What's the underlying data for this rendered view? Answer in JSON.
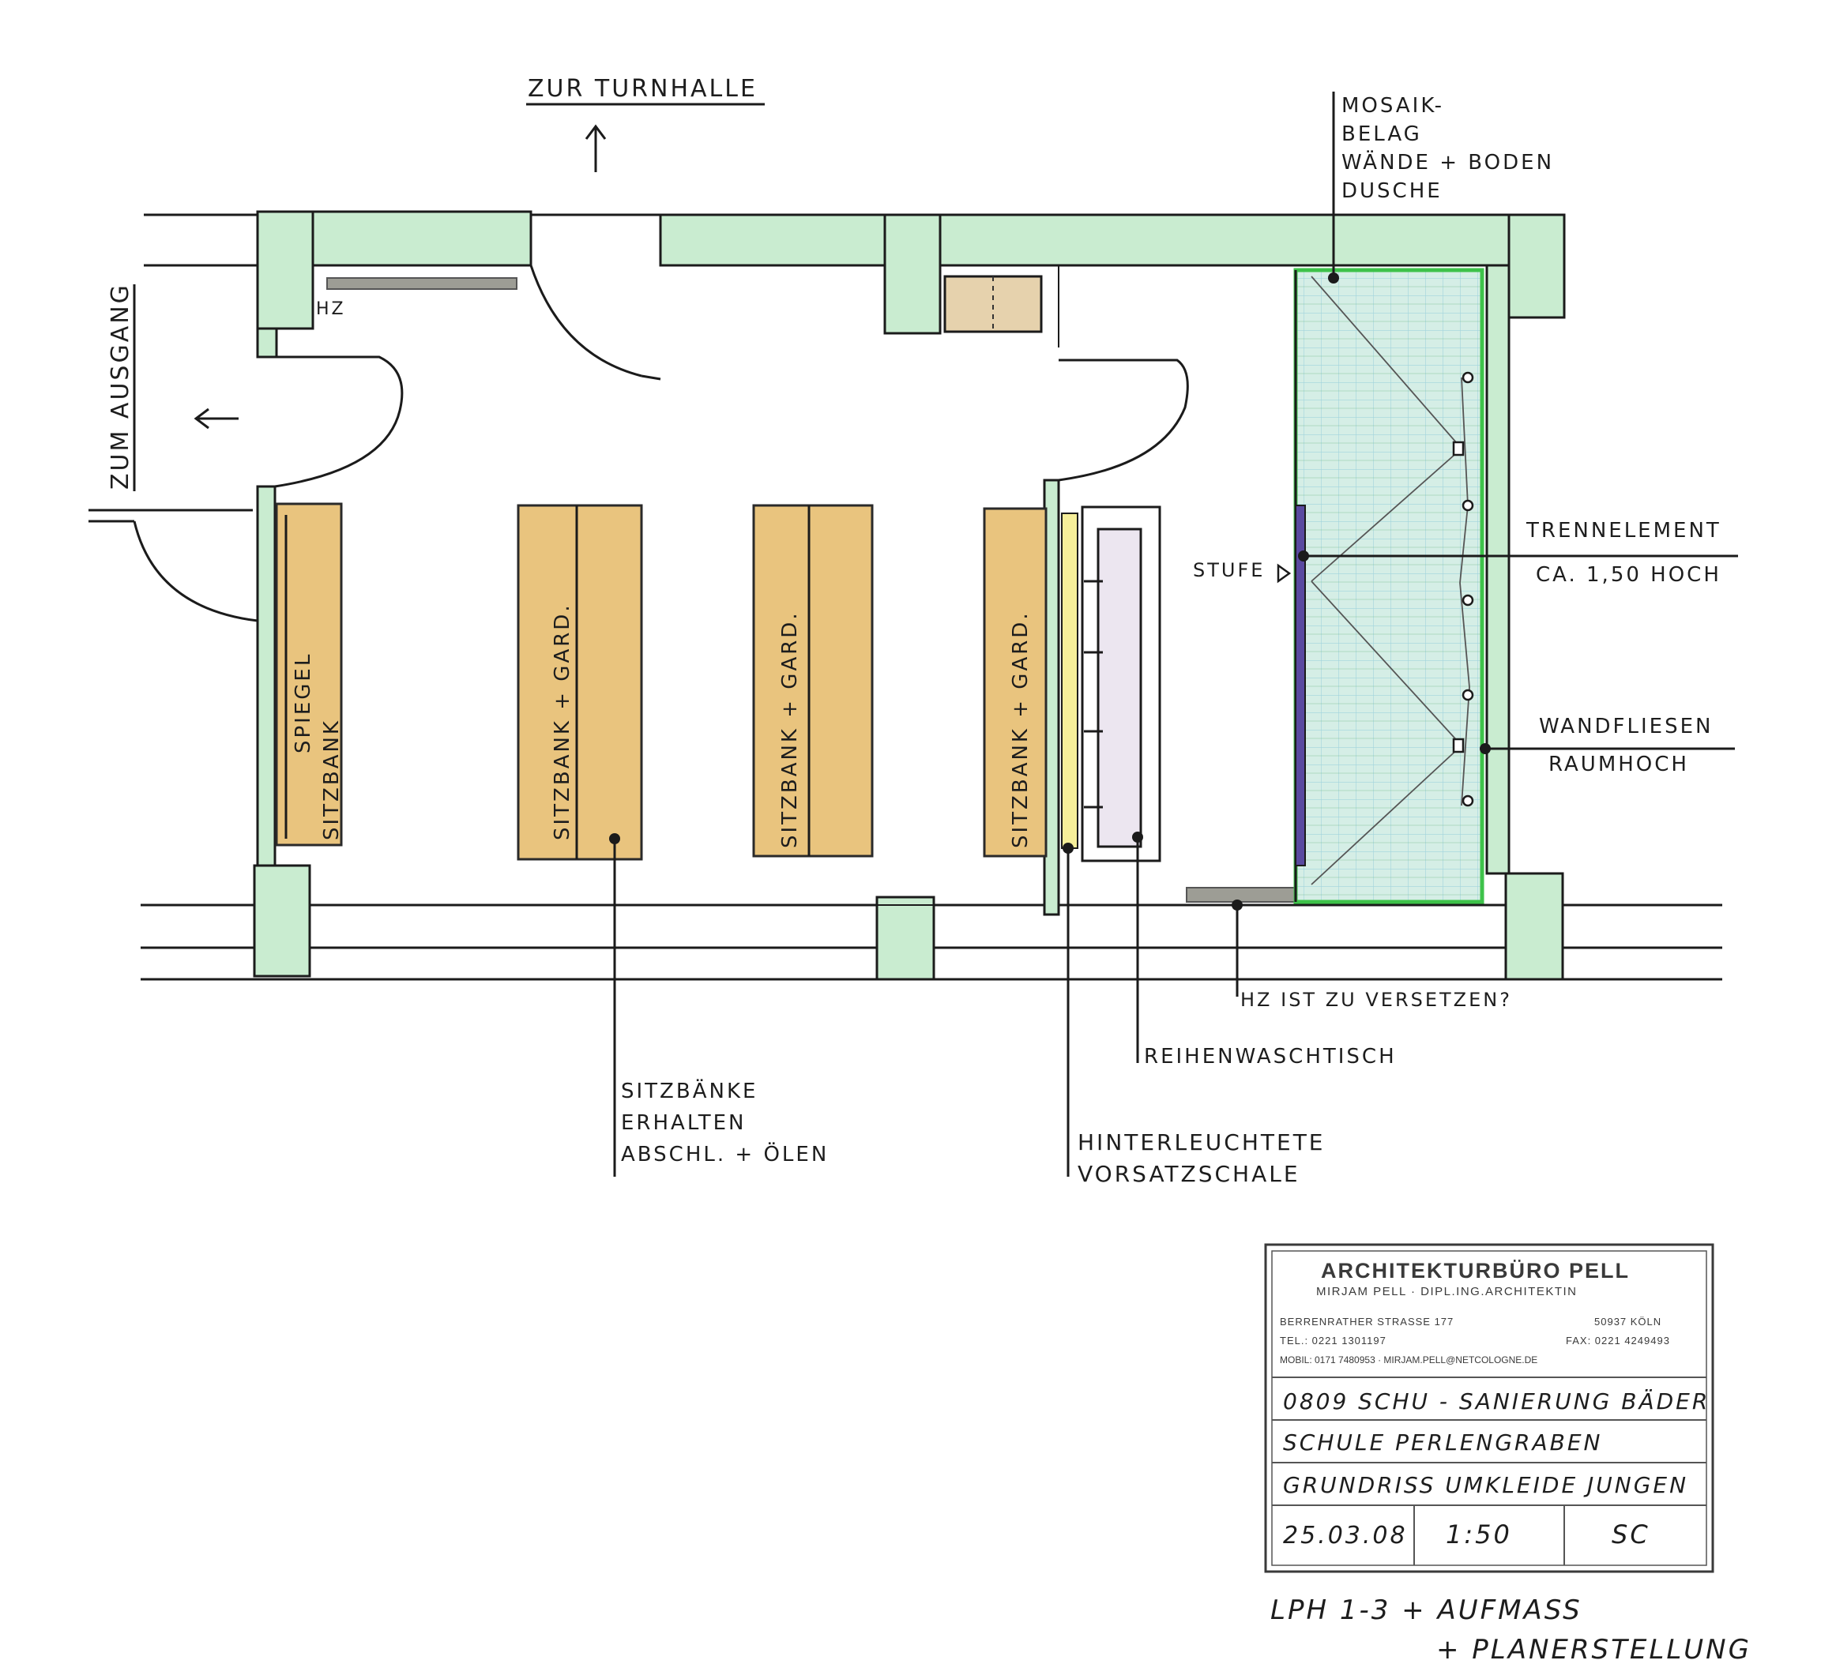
{
  "labels": {
    "zur_turnhalle": "ZUR TURNHALLE",
    "zum_ausgang": "ZUM AUSGANG",
    "mosaik": [
      "MOSAIK-",
      "BELAG",
      "WÄNDE + BODEN",
      "DUSCHE"
    ],
    "hz_top": "HZ",
    "hz_bottom": "HZ",
    "trennelement": [
      "TRENNELEMENT",
      "CA. 1,50 HOCH"
    ],
    "stufe": "STUFE",
    "wandfliesen": [
      "WANDFLIESEN",
      "RAUMHOCH"
    ],
    "hz_versetzen": "HZ IST ZU VERSETZEN?",
    "reihenwaschtisch": "REIHENWASCHTISCH",
    "sitzbaenke": [
      "SITZBÄNKE",
      "ERHALTEN",
      "ABSCHL. + ÖLEN"
    ],
    "hinterleuchtete": [
      "HINTERLEUCHTETE",
      "VORSATZSCHALE"
    ],
    "bench1_a": "SPIEGEL",
    "bench1_b": "SITZBANK",
    "bench2": "SITZBANK + GARD.",
    "bench3": "SITZBANK + GARD.",
    "bench4": "SITZBANK + GARD."
  },
  "title_block": {
    "firm": "ARCHITEKTURBÜRO PELL",
    "subtitle": "MIRJAM PELL · DIPL.ING.ARCHITEKTIN",
    "address_left": "BERRENRATHER STRASSE 177",
    "address_right": "50937 KÖLN",
    "tel": "TEL.: 0221 1301197",
    "fax": "FAX: 0221 4249493",
    "mobil": "MOBIL: 0171 7480953 · MIRJAM.PELL@NETCOLOGNE.DE",
    "project": "0809 SCHU - SANIERUNG BÄDER",
    "school": "SCHULE PERLENGRABEN",
    "drawing": "GRUNDRISS UMKLEIDE JUNGEN",
    "date": "25.03.08",
    "scale": "1:50",
    "initials": "SC"
  },
  "footer": [
    "LPH 1-3   + AUFMASS",
    "+ PLANERSTELLUNG"
  ],
  "colors": {
    "wall": "#c9ecd0",
    "bench": "#e9c47e",
    "shower_tile": "#d5eee6",
    "shower_border": "#3ec24a",
    "partition": "#5a4aa0",
    "washbasin": "#ece6f0",
    "light_panel": "#f6ef9a",
    "heater": "#9d9d95",
    "niche": "#e6d2ad"
  }
}
